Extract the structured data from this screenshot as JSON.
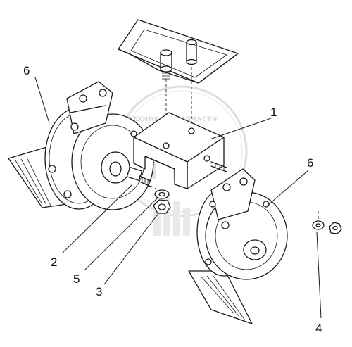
{
  "diagram": {
    "watermark": {
      "text": "ТЕХНИКА И ЗАПЧАСТИ",
      "logo": "ПФ",
      "color": "#bdbdbd"
    },
    "callouts": [
      {
        "id": "c1",
        "label": "1"
      },
      {
        "id": "c2",
        "label": "2"
      },
      {
        "id": "c3",
        "label": "3"
      },
      {
        "id": "c4",
        "label": "4"
      },
      {
        "id": "c5",
        "label": "5"
      },
      {
        "id": "c6a",
        "label": "6"
      },
      {
        "id": "c6b",
        "label": "6"
      }
    ],
    "line_color": "#1a1a1a"
  }
}
